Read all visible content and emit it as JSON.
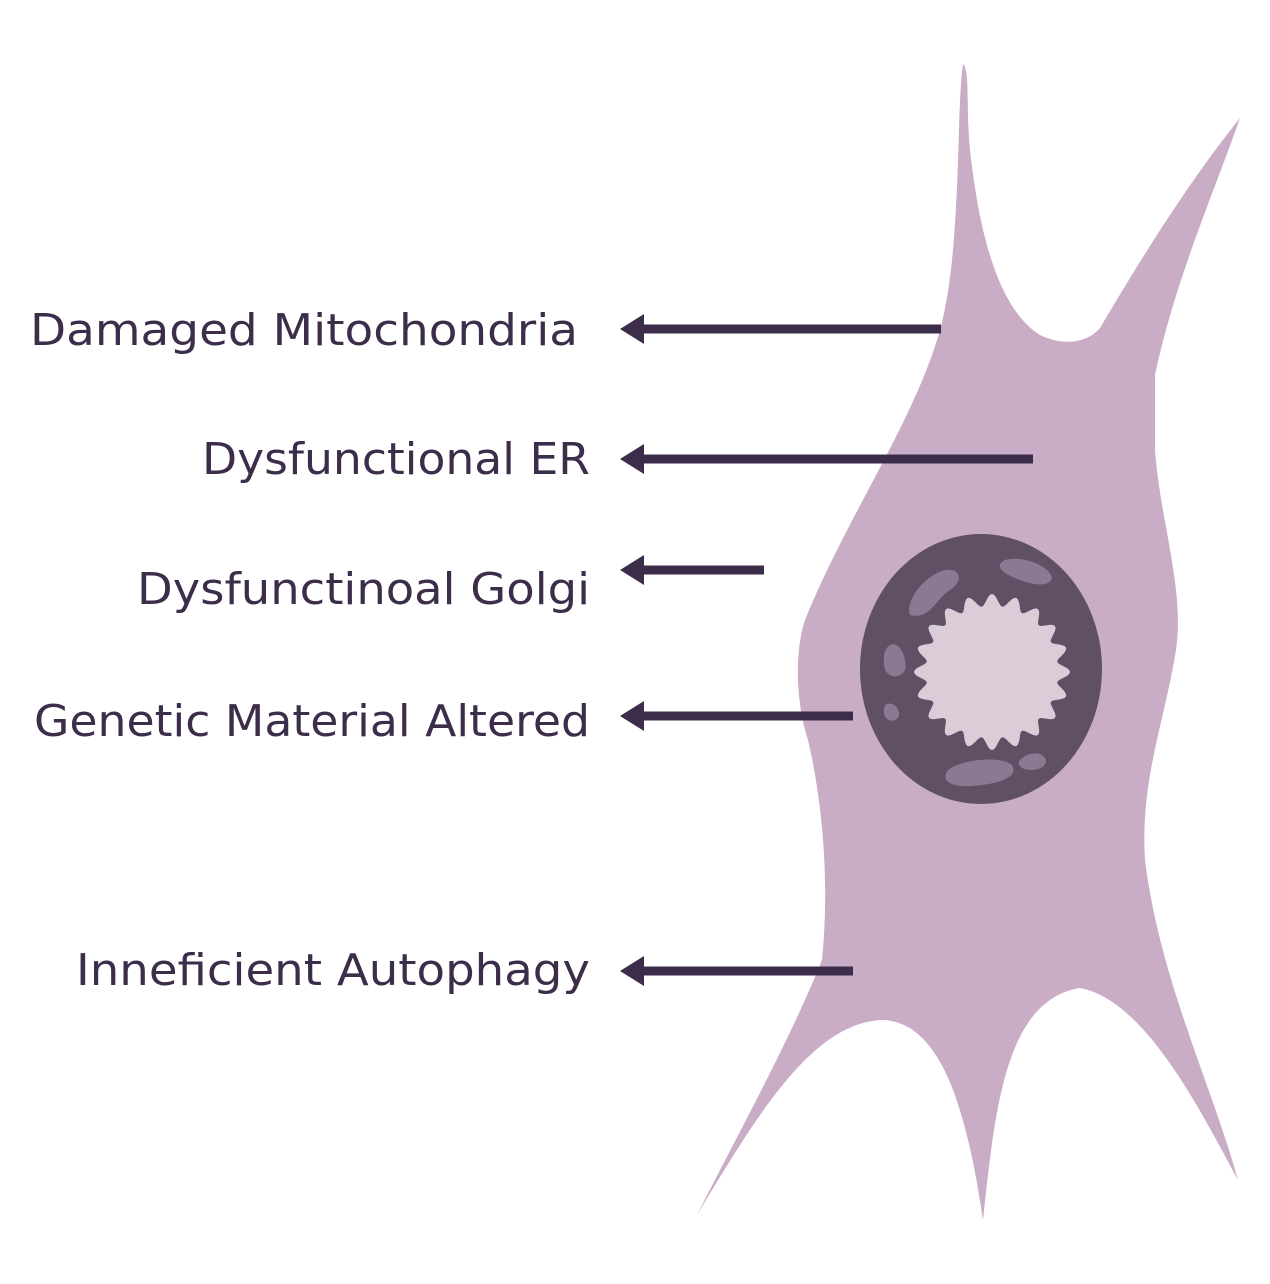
{
  "colors": {
    "text": "#3c2e4a",
    "arrow": "#3c2e4a",
    "cell_body": "#c9adc6",
    "nucleus": "#5f5066",
    "nucleus_spots": "#8a7990",
    "nucleolus": "#dacdd8",
    "background": "#ffffff"
  },
  "labels": [
    {
      "id": "mitochondria",
      "text": "Damaged Mitochondria"
    },
    {
      "id": "er",
      "text": "Dysfunctional ER"
    },
    {
      "id": "golgi",
      "text": "Dysfunctinoal Golgi"
    },
    {
      "id": "genetic",
      "text": "Genetic Material Altered"
    },
    {
      "id": "autophagy",
      "text": "Inneficient Autophagy"
    }
  ]
}
